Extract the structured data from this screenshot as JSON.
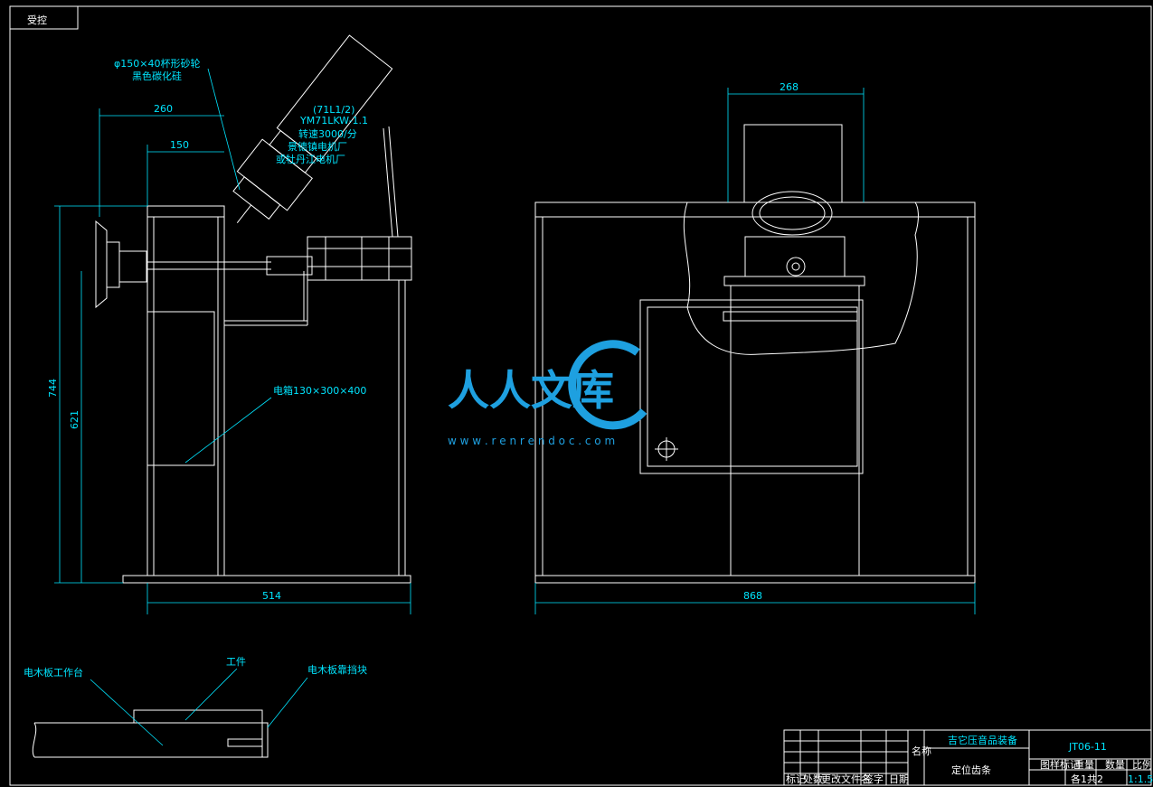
{
  "corner_tag": "受控",
  "left_view": {
    "wheel_note_1": "φ150×40杯形砂轮",
    "wheel_note_2": "黑色碳化硅",
    "motor_note_1": "(71L1/2)",
    "motor_note_2": "YM71LKW-1.1",
    "motor_note_3": "转速3000/分",
    "motor_note_4": "景德镇电机厂",
    "motor_note_5": "或牡丹江电机厂",
    "dim_260": "260",
    "dim_150": "150",
    "dim_744": "744",
    "dim_621": "621",
    "dim_514": "514",
    "box_note": "电箱130×300×400"
  },
  "right_view": {
    "dim_268": "268",
    "dim_868": "868"
  },
  "detail": {
    "label_table": "电木板工作台",
    "label_work": "工件",
    "label_stop": "电木板靠挡块"
  },
  "title_block": {
    "product": "吉它压音品装备",
    "part_name": "定位齿条",
    "drawing_no": "JT06-11",
    "side_label": "名称",
    "col_stage": "图样标记",
    "col_weight": "重量",
    "col_qty": "数量",
    "col_scale": "比例",
    "sheet": "各1共2",
    "scale": "1:1.5",
    "row_labels": [
      "标记",
      "处数",
      "更改文件名",
      "签字",
      "日期"
    ]
  },
  "watermark": {
    "text": "人人文库",
    "url": "w w w . r e n r e n d o c . c o m"
  }
}
